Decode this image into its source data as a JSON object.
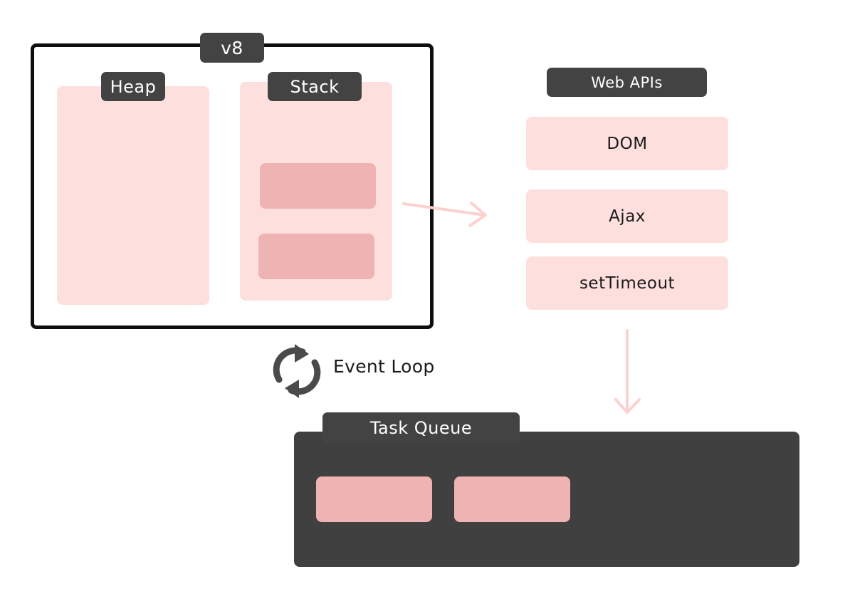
{
  "engine": {
    "label": "v8",
    "heap_label": "Heap",
    "stack_label": "Stack"
  },
  "web_apis": {
    "label": "Web APIs",
    "items": [
      "DOM",
      "Ajax",
      "setTimeout"
    ]
  },
  "event_loop": {
    "label": "Event Loop",
    "icon": "refresh-cycle-icon"
  },
  "task_queue": {
    "label": "Task Queue"
  },
  "colors": {
    "frame": "#0e0e0e",
    "tag_bg": "#434343",
    "pane": "#fde0de",
    "block": "#efb3b3",
    "queue_bg": "#404040",
    "arrow": "#fbd2cf",
    "icon": "#4a4a4a"
  }
}
